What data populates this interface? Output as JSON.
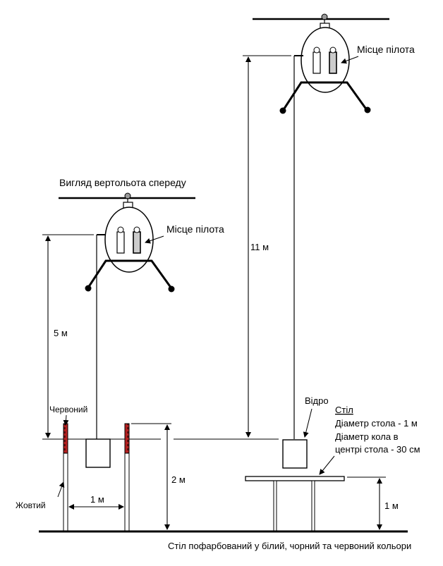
{
  "labels": {
    "front_view": "Вигляд вертольота спереду",
    "pilot_seat_left": "Місце пілота",
    "pilot_seat_right": "Місце пілота",
    "height_5m": "5 м",
    "height_11m": "11 м",
    "height_2m": "2 м",
    "height_1m_table": "1 м",
    "gap_1m": "1 м",
    "red": "Червоний",
    "yellow": "Жовтий",
    "bucket": "Відро",
    "table_title": "Стіл",
    "table_diameter": "Діаметр стола - 1 м",
    "circle_diameter_line1": "Діаметр кола в",
    "circle_diameter_line2": "центрі стола  - 30 см",
    "caption": "Стіл пофарбований у білий, чорний та червоний кольори"
  },
  "colors": {
    "red_stripe": "#b52020",
    "line": "#000000",
    "pilot_gray": "#cccccc"
  }
}
